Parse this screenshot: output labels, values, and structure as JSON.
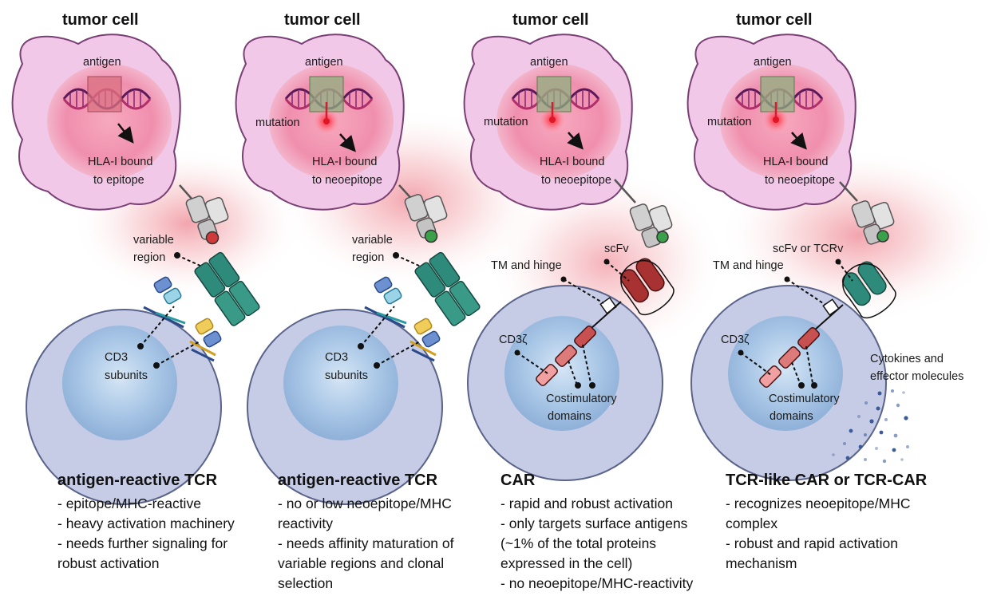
{
  "panels": [
    {
      "heading": "tumor cell",
      "antigen": "antigen",
      "hla_line1": "HLA-I bound",
      "hla_line2": "to epitope",
      "region_line1": "variable",
      "region_line2": "region",
      "cd3_line1": "CD3",
      "cd3_line2": "subunits",
      "title": "antigen-reactive TCR",
      "lines": [
        "- epitope/MHC-reactive",
        "- heavy activation machinery",
        "- needs further signaling for",
        "robust activation"
      ]
    },
    {
      "heading": "tumor cell",
      "antigen": "antigen",
      "mutation": "mutation",
      "hla_line1": "HLA-I bound",
      "hla_line2": "to neoepitope",
      "region_line1": "variable",
      "region_line2": "region",
      "cd3_line1": "CD3",
      "cd3_line2": "subunits",
      "title": "antigen-reactive TCR",
      "lines": [
        "- no or low neoepitope/MHC",
        "reactivity",
        "- needs affinity maturation of",
        "variable regions and clonal",
        "selection"
      ]
    },
    {
      "heading": "tumor cell",
      "antigen": "antigen",
      "mutation": "mutation",
      "hla_line1": "HLA-I bound",
      "hla_line2": "to neoepitope",
      "scfv": "scFv",
      "tm_hinge": "TM and hinge",
      "cd3z": "CD3ζ",
      "costim_line1": "Costimulatory",
      "costim_line2": "domains",
      "title": "CAR",
      "lines": [
        "- rapid and robust activation",
        "- only targets surface antigens",
        "(~1% of the total proteins",
        "expressed in the cell)",
        "- no neoepitope/MHC-reactivity"
      ]
    },
    {
      "heading": "tumor cell",
      "antigen": "antigen",
      "mutation": "mutation",
      "hla_line1": "HLA-I bound",
      "hla_line2": "to neoepitope",
      "scfv": "scFv or TCRv",
      "tm_hinge": "TM and hinge",
      "cd3z": "CD3ζ",
      "costim_line1": "Costimulatory",
      "costim_line2": "domains",
      "cytokines_line1": "Cytokines and",
      "cytokines_line2": "effector molecules",
      "title": "TCR-like CAR or TCR-CAR",
      "lines": [
        "- recognizes neoepitope/MHC",
        "complex",
        "- robust and rapid activation",
        "mechanism"
      ]
    }
  ],
  "colors": {
    "tumor_cell_fill": "#f2c8e8",
    "tumor_cell_stroke": "#7a3f75",
    "nucleus_fill": "#f08fae",
    "tcell_fill": "#c7cce6",
    "tcell_nucleus": "#8fb3dc",
    "tcr_green": "#2e8a7a",
    "car_red": "#a83232",
    "epitope_red": "#d03a3a",
    "neoepitope_green": "#3aa04a",
    "glow_red": "#e85a6a",
    "cytokine_blue": "#3a5a9a"
  }
}
